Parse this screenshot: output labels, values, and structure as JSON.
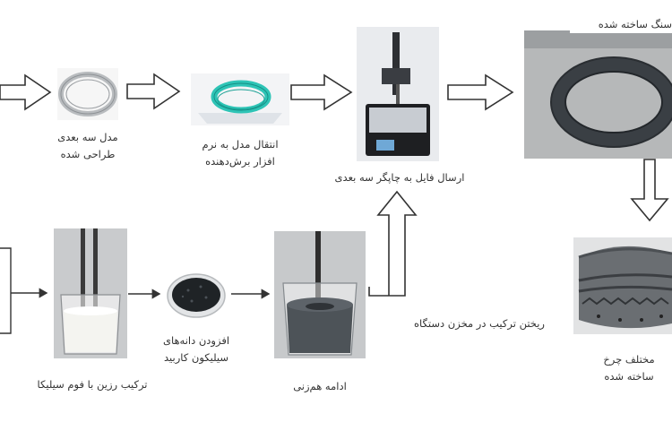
{
  "steps": {
    "model_3d": {
      "line1": "مدل سه بعدی",
      "line2": "طراحی شده"
    },
    "slicer": {
      "line1": "انتقال مدل به نرم",
      "line2": "افزار برش‌دهنده"
    },
    "send_printer": {
      "line1": "ارسال فایل به چاپگر سه بعدی"
    },
    "fabricated": {
      "line1": "سنگ ساخته شده"
    },
    "wheel_types": {
      "line1": "مختلف چرخ",
      "line2": "ساخته شده"
    },
    "resin_silica": {
      "line1": "ترکیب رزین با فوم سیلیکا"
    },
    "add_sic": {
      "line1": "افزودن دانه‌های",
      "line2": "سیلیکون کاربید"
    },
    "continue_mixing": {
      "line1": "ادامه هم‌زنی"
    },
    "pour_tank": {
      "line1": "ریختن ترکیب در مخزن دستگاه"
    }
  },
  "colors": {
    "arrow_stroke": "#333333",
    "slicer_ring": "#2ec4b6",
    "printed_ring": "#3a3f44",
    "resin": "#f4f4f0",
    "sic_grains": "#1f2326"
  }
}
